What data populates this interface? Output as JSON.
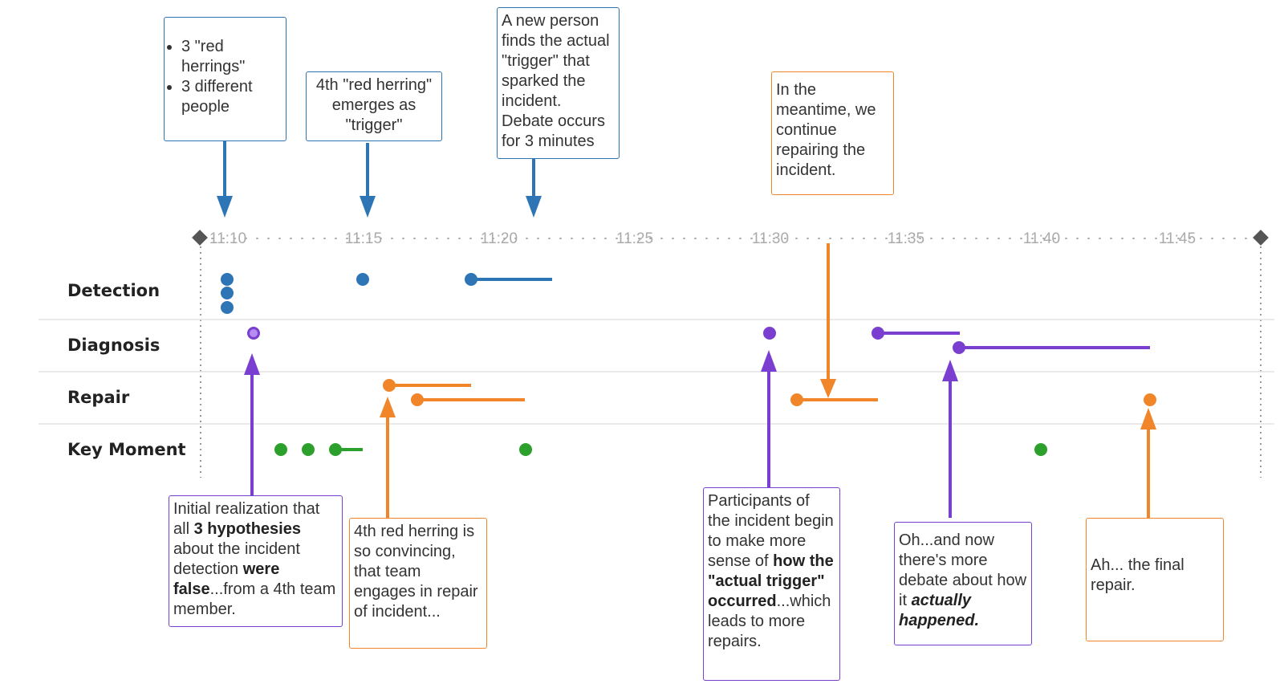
{
  "timeline": {
    "ticks": [
      "11:10",
      "11:15",
      "11:20",
      "11:25",
      "11:30",
      "11:35",
      "11:40",
      "11:45"
    ]
  },
  "lanes": [
    "Detection",
    "Diagnosis",
    "Repair",
    "Key Moment"
  ],
  "colors": {
    "blue": "#2e75b6",
    "purple": "#7a3fd0",
    "orange": "#f0852a",
    "green": "#2ca02c",
    "axis": "#aaaaaa",
    "diamond": "#555555"
  },
  "callouts": {
    "top1": {
      "items": [
        "3 \"red herrings\"",
        "3 different people"
      ]
    },
    "top2": {
      "text": "4th \"red herring\" emerges as \"trigger\""
    },
    "top3": {
      "text": "A new person finds the actual \"trigger\" that sparked the incident. Debate occurs for 3 minutes"
    },
    "top4": {
      "text": "In the meantime, we continue repairing the incident."
    },
    "bot1": {
      "p1": "Initial realization that all ",
      "b1": "3 hypothesies",
      "p2": " about the incident detection ",
      "b2": "were false",
      "p3": "...from a 4th team member."
    },
    "bot2": {
      "text": "4th red herring is so convincing, that team engages in repair of incident..."
    },
    "bot3": {
      "p1": "Participants of the incident begin to make more sense of ",
      "b1": "how the \"actual trigger\" occurred",
      "p2": "...which leads to more repairs."
    },
    "bot4": {
      "p1": "Oh...and now there's more debate about how it ",
      "b1": "actually happened."
    },
    "bot5": {
      "text": "Ah... the final repair."
    }
  }
}
